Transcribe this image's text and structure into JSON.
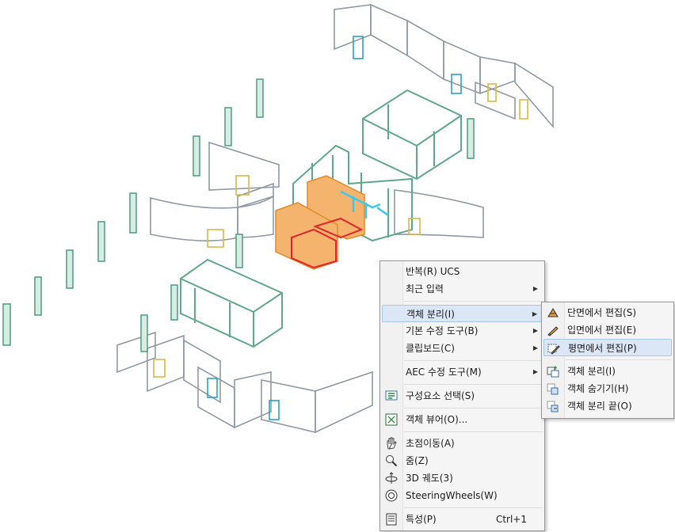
{
  "context_menu": {
    "items": [
      {
        "label": "반복(R) UCS"
      },
      {
        "label": "최근 입력"
      },
      {
        "label": "객체 분리(I)"
      },
      {
        "label": "기본 수정 도구(B)"
      },
      {
        "label": "클립보드(C)"
      },
      {
        "label": "AEC 수정 도구(M)"
      },
      {
        "label": "구성요소 선택(S)"
      },
      {
        "label": "객체 뷰어(O)..."
      },
      {
        "label": "초점이동(A)"
      },
      {
        "label": "줌(Z)"
      },
      {
        "label": "3D 궤도(3)"
      },
      {
        "label": "SteeringWheels(W)"
      },
      {
        "label": "특성(P)",
        "shortcut": "Ctrl+1"
      }
    ]
  },
  "submenu": {
    "items": [
      {
        "label": "단면에서 편집(S)"
      },
      {
        "label": "입면에서 편집(E)"
      },
      {
        "label": "평면에서 편집(P)"
      },
      {
        "label": "객체 분리(I)"
      },
      {
        "label": "객체 숨기기(H)"
      },
      {
        "label": "객체 분리 끝(O)"
      }
    ]
  },
  "colors": {
    "menu_bg": "#f5f5f5",
    "highlight": "#dbe7f6",
    "wall": "#8d97a0",
    "green": "#5fa88a",
    "orange": "#ef9a3a",
    "red": "#e0262a",
    "cyan": "#3cc8e8"
  }
}
